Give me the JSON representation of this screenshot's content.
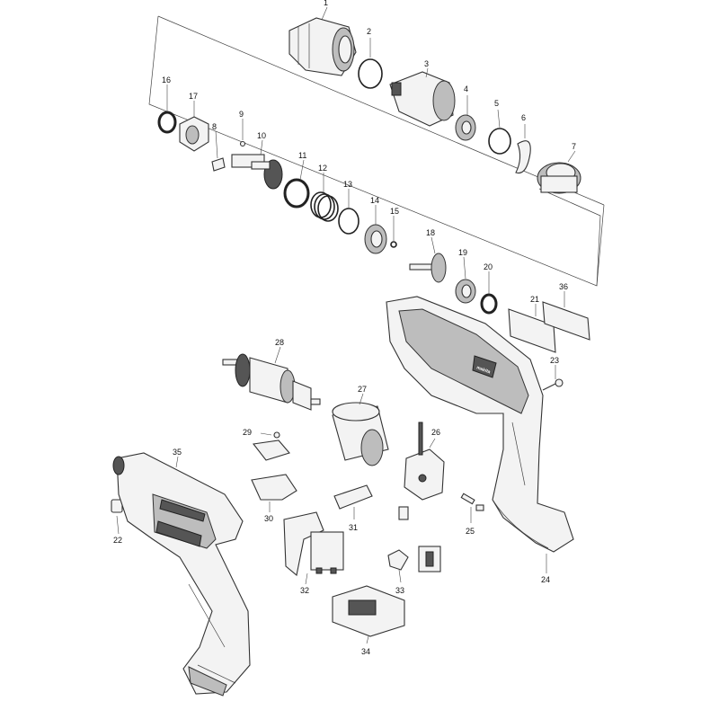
{
  "diagram": {
    "part_numbers": [
      "1",
      "2",
      "3",
      "4",
      "5",
      "6",
      "7",
      "8",
      "9",
      "10",
      "11",
      "12",
      "13",
      "14",
      "15",
      "16",
      "17",
      "18",
      "19",
      "20",
      "21",
      "22",
      "23",
      "24",
      "25",
      "26",
      "27",
      "28",
      "29",
      "30",
      "31",
      "32",
      "33",
      "34",
      "35",
      "36"
    ],
    "colors": {
      "line": "#333333",
      "fill": "#f3f3f3",
      "dark": "#555555",
      "background": "#ffffff"
    }
  }
}
